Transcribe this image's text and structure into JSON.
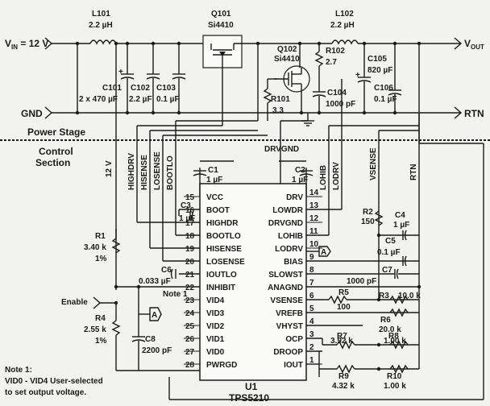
{
  "sections": {
    "power_stage": "Power Stage",
    "control_section_line1": "Control",
    "control_section_line2": "Section"
  },
  "terminals": {
    "vin": "V",
    "vin_sub": "IN",
    "vin_value": " = 12 V",
    "gnd": "GND",
    "vout": "V",
    "vout_sub": "OUT",
    "rtn": "RTN"
  },
  "components": {
    "L101": {
      "ref": "L101",
      "value": "2.2 µH"
    },
    "L102": {
      "ref": "L102",
      "value": "2.2 µH"
    },
    "Q101": {
      "ref": "Q101",
      "part": "Si4410"
    },
    "Q102": {
      "ref": "Q102",
      "part": "Si4410"
    },
    "R102": {
      "ref": "R102",
      "value": "2.7"
    },
    "R101": {
      "ref": "R101",
      "value": "3.3"
    },
    "C101": {
      "ref": "C101",
      "value": "2 x 470 µF"
    },
    "C102": {
      "ref": "C102",
      "value": "2.2 µF"
    },
    "C103": {
      "ref": "C103",
      "value": "0.1 µF"
    },
    "C104": {
      "ref": "C104",
      "value": "1000 pF"
    },
    "C105": {
      "ref": "C105",
      "value": "820 µF"
    },
    "C106": {
      "ref": "C106",
      "value": "0.1 µF"
    },
    "C1": {
      "ref": "C1",
      "value": "1 µF"
    },
    "C2": {
      "ref": "C2",
      "value": "1 µF"
    },
    "C3": {
      "ref": "C3",
      "value": "1 µF"
    },
    "C4": {
      "ref": "C4",
      "value": "1 µF"
    },
    "C5": {
      "ref": "C5",
      "value": "0.1 µF"
    },
    "C6": {
      "ref": "C6",
      "value": "0.033 µF"
    },
    "C7": {
      "ref": "C7",
      "value": "1000 pF"
    },
    "C8": {
      "ref": "C8",
      "value": "2200 pF"
    },
    "R1": {
      "ref": "R1",
      "value": "3.40 k",
      "tol": "1%"
    },
    "R2": {
      "ref": "R2",
      "value": "150"
    },
    "R3": {
      "ref": "R3",
      "value": "10.0 k"
    },
    "R4": {
      "ref": "R4",
      "value": "2.55 k",
      "tol": "1%"
    },
    "R5": {
      "ref": "R5",
      "value": "100"
    },
    "R6": {
      "ref": "R6",
      "value": "20.0 k"
    },
    "R7": {
      "ref": "R7",
      "value": "3.92 k"
    },
    "R8": {
      "ref": "R8",
      "value": "1.00 k"
    },
    "R9": {
      "ref": "R9",
      "value": "4.32 k"
    },
    "R10": {
      "ref": "R10",
      "value": "1.00 k"
    }
  },
  "nets": {
    "drvgnd": "DRVGND",
    "v12": "12 V",
    "highdrv": "HIGHDRV",
    "hisense": "HISENSE",
    "losense": "LOSENSE",
    "bootlo": "BOOTLO",
    "lohib": "LOHIB",
    "lodrv": "LODRV",
    "vsense": "VSENSE",
    "rtn": "RTN",
    "enable": "Enable",
    "marker_a": "A"
  },
  "ic": {
    "ref": "U1",
    "part": "TPS5210",
    "left_pins": [
      {
        "num": "15",
        "name": "VCC"
      },
      {
        "num": "16",
        "name": "BOOT"
      },
      {
        "num": "17",
        "name": "HIGHDR"
      },
      {
        "num": "18",
        "name": "BOOTLO"
      },
      {
        "num": "19",
        "name": "HISENSE"
      },
      {
        "num": "20",
        "name": "LOSENSE"
      },
      {
        "num": "21",
        "name": "IOUTLO"
      },
      {
        "num": "22",
        "name": "INHIBIT"
      },
      {
        "num": "23",
        "name": "VID4"
      },
      {
        "num": "24",
        "name": "VID3"
      },
      {
        "num": "25",
        "name": "VID2"
      },
      {
        "num": "26",
        "name": "VID1"
      },
      {
        "num": "27",
        "name": "VID0"
      },
      {
        "num": "28",
        "name": "PWRGD"
      }
    ],
    "right_pins": [
      {
        "num": "14",
        "name": "DRV"
      },
      {
        "num": "13",
        "name": "LOWDR"
      },
      {
        "num": "12",
        "name": "DRVGND"
      },
      {
        "num": "11",
        "name": "LOHIB"
      },
      {
        "num": "10",
        "name": "LODRV"
      },
      {
        "num": "9",
        "name": "BIAS"
      },
      {
        "num": "8",
        "name": "SLOWST"
      },
      {
        "num": "7",
        "name": "ANAGND"
      },
      {
        "num": "6",
        "name": "VSENSE"
      },
      {
        "num": "5",
        "name": "VREFB"
      },
      {
        "num": "4",
        "name": "VHYST"
      },
      {
        "num": "3",
        "name": "OCP"
      },
      {
        "num": "2",
        "name": "DROOP"
      },
      {
        "num": "1",
        "name": "IOUT"
      }
    ]
  },
  "notes": {
    "note_ref": "Note 1",
    "note_title": "Note 1:",
    "note_line1": "VID0 - VID4 User-selected",
    "note_line2": "to set output voltage."
  }
}
